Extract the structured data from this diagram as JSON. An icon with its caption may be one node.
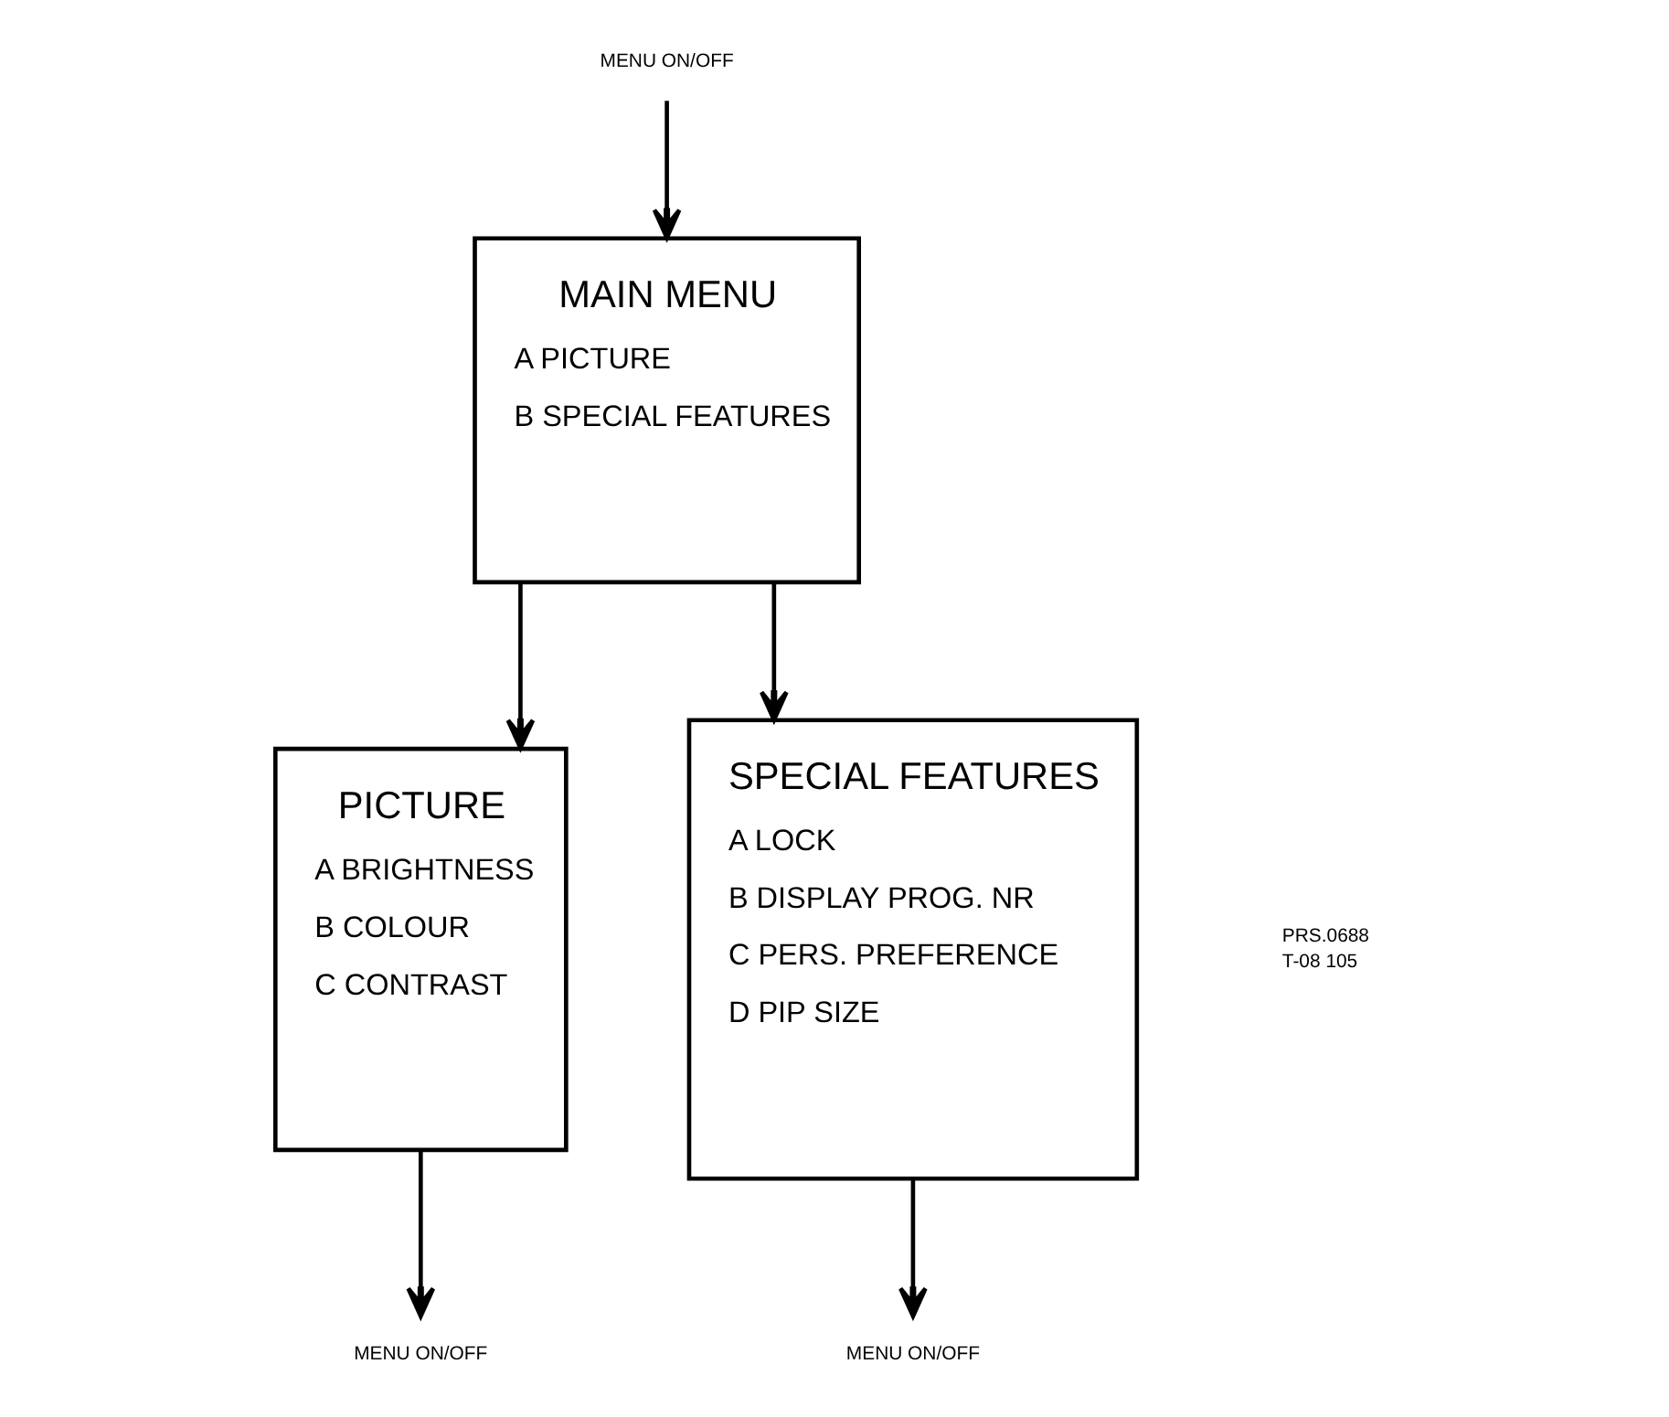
{
  "diagram": {
    "nodes": [
      {
        "text": [
          "MENU ON/OFF"
        ]
      },
      {
        "text": [
          "MAIN MENU",
          "A PICTURE",
          "B SPECIAL FEATURES"
        ]
      },
      {
        "text": [
          "PICTURE",
          "A BRIGHTNESS",
          "B COLOUR",
          "C CONTRAST"
        ]
      },
      {
        "text": [
          "SPECIAL FEATURES",
          "A LOCK",
          "B DISPLAY PROG. NR",
          "C PERS. PREFERENCE",
          "D PIP SIZE"
        ]
      },
      {
        "text": [
          "MENU ON/OFF"
        ]
      },
      {
        "text": [
          "MENU ON/OFF"
        ]
      }
    ],
    "edges": [
      {
        "from": 0,
        "to": 1,
        "arrow": "to"
      },
      {
        "from": 1,
        "to": 2,
        "arrow": "to"
      },
      {
        "from": 1,
        "to": 3,
        "arrow": "to"
      },
      {
        "from": 2,
        "to": 4,
        "arrow": "to"
      },
      {
        "from": 3,
        "to": 5,
        "arrow": "to"
      }
    ],
    "labels": [
      "PRS.0688",
      "T-08 105"
    ]
  }
}
